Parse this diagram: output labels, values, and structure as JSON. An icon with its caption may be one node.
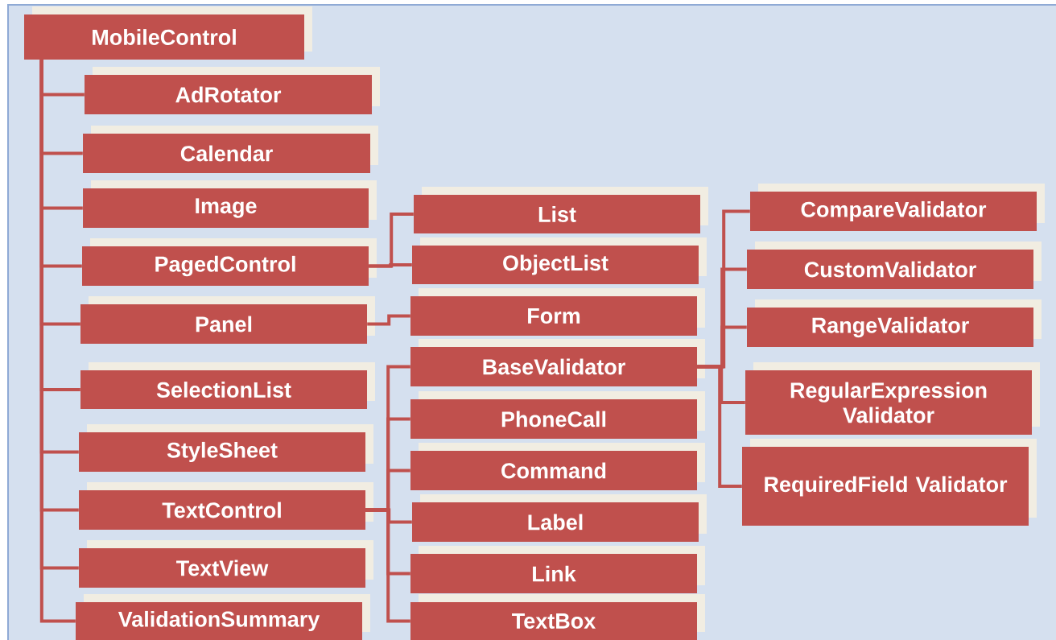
{
  "diagram": {
    "nodes": [
      {
        "text": [
          "MobileControl"
        ]
      },
      {
        "text": [
          "AdRotator"
        ]
      },
      {
        "text": [
          "Calendar"
        ]
      },
      {
        "text": [
          "Image"
        ]
      },
      {
        "text": [
          "PagedControl"
        ]
      },
      {
        "text": [
          "Panel"
        ]
      },
      {
        "text": [
          "SelectionList"
        ]
      },
      {
        "text": [
          "StyleSheet"
        ]
      },
      {
        "text": [
          "TextControl"
        ]
      },
      {
        "text": [
          "TextView"
        ]
      },
      {
        "text": [
          "ValidationSummary"
        ]
      },
      {
        "text": [
          "List"
        ]
      },
      {
        "text": [
          "ObjectList"
        ]
      },
      {
        "text": [
          "Form"
        ]
      },
      {
        "text": [
          "BaseValidator"
        ]
      },
      {
        "text": [
          "PhoneCall"
        ]
      },
      {
        "text": [
          "Command"
        ]
      },
      {
        "text": [
          "Label"
        ]
      },
      {
        "text": [
          "Link"
        ]
      },
      {
        "text": [
          "TextBox"
        ]
      },
      {
        "text": [
          "CompareValidator"
        ]
      },
      {
        "text": [
          "CustomValidator"
        ]
      },
      {
        "text": [
          "RangeValidator"
        ]
      },
      {
        "text": [
          "RegularExpression Validator"
        ]
      },
      {
        "text": [
          "RequiredField Validator"
        ]
      }
    ],
    "edges": [
      {
        "from": 0,
        "to": 1,
        "arrow": "none"
      },
      {
        "from": 0,
        "to": 2,
        "arrow": "none"
      },
      {
        "from": 0,
        "to": 3,
        "arrow": "none"
      },
      {
        "from": 0,
        "to": 4,
        "arrow": "none"
      },
      {
        "from": 0,
        "to": 5,
        "arrow": "none"
      },
      {
        "from": 0,
        "to": 6,
        "arrow": "none"
      },
      {
        "from": 0,
        "to": 7,
        "arrow": "none"
      },
      {
        "from": 0,
        "to": 8,
        "arrow": "none"
      },
      {
        "from": 0,
        "to": 9,
        "arrow": "none"
      },
      {
        "from": 0,
        "to": 10,
        "arrow": "none"
      },
      {
        "from": 4,
        "to": 11,
        "arrow": "none"
      },
      {
        "from": 4,
        "to": 12,
        "arrow": "none"
      },
      {
        "from": 5,
        "to": 13,
        "arrow": "none"
      },
      {
        "from": 8,
        "to": 14,
        "arrow": "none"
      },
      {
        "from": 8,
        "to": 15,
        "arrow": "none"
      },
      {
        "from": 8,
        "to": 16,
        "arrow": "none"
      },
      {
        "from": 8,
        "to": 17,
        "arrow": "none"
      },
      {
        "from": 8,
        "to": 18,
        "arrow": "none"
      },
      {
        "from": 8,
        "to": 19,
        "arrow": "none"
      },
      {
        "from": 14,
        "to": 20,
        "arrow": "none"
      },
      {
        "from": 14,
        "to": 21,
        "arrow": "none"
      },
      {
        "from": 14,
        "to": 22,
        "arrow": "none"
      },
      {
        "from": 14,
        "to": 23,
        "arrow": "none"
      },
      {
        "from": 14,
        "to": 24,
        "arrow": "none"
      }
    ]
  }
}
